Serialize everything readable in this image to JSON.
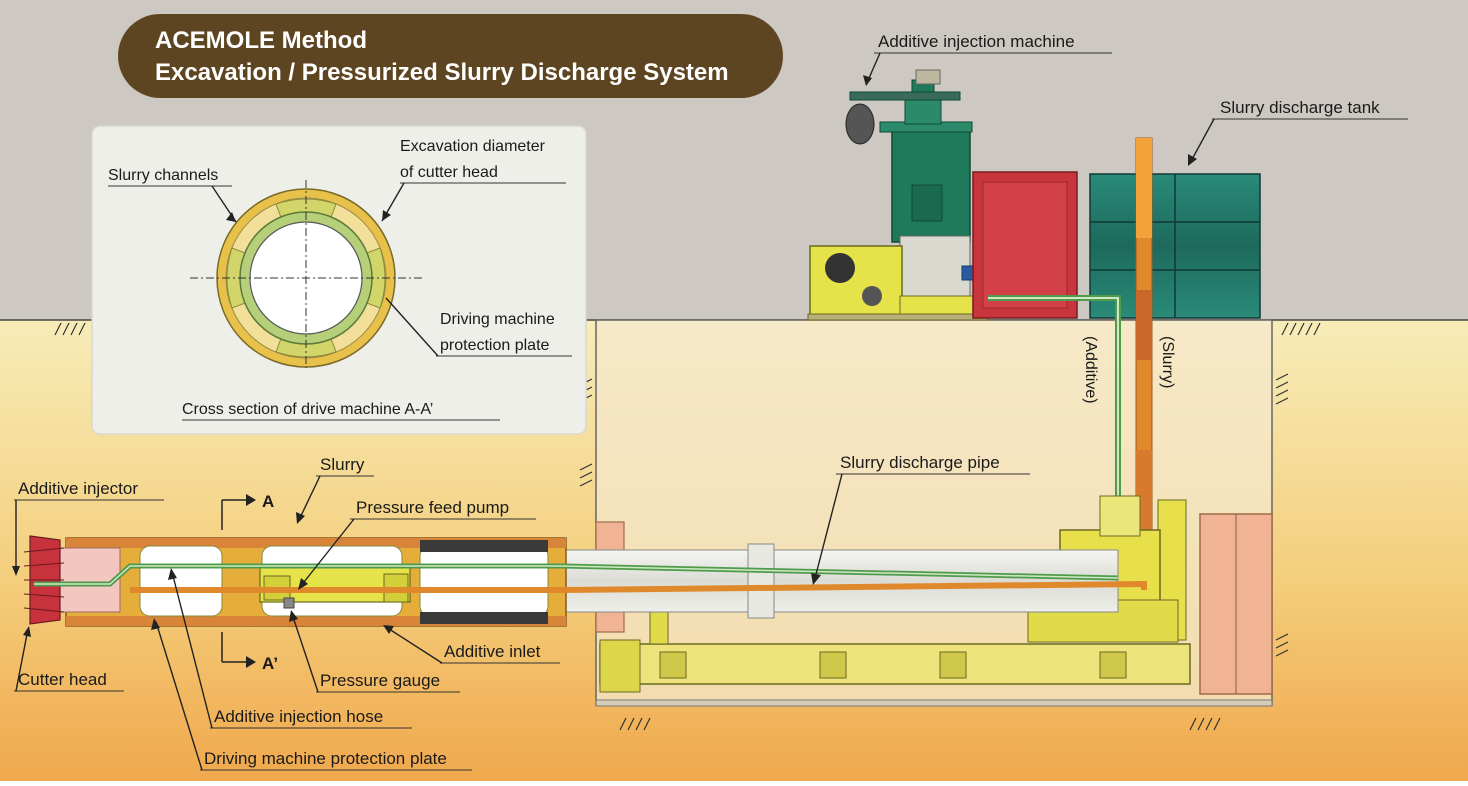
{
  "title": {
    "line1": "ACEMOLE Method",
    "line2": "Excavation / Pressurized Slurry Discharge System"
  },
  "cross_section": {
    "slurry_channels": "Slurry channels",
    "excavation_diameter_1": "Excavation diameter",
    "excavation_diameter_2": "of cutter head",
    "protection_plate_1": "Driving machine",
    "protection_plate_2": "protection plate",
    "caption": "Cross section of drive machine  A-A’"
  },
  "labels": {
    "additive_injection_machine": "Additive injection machine",
    "slurry_discharge_tank": "Slurry discharge tank",
    "additive_vertical": "(Additive)",
    "slurry_vertical": "(Slurry)",
    "slurry": "Slurry",
    "slurry_discharge_pipe": "Slurry discharge pipe",
    "additive_injector": "Additive injector",
    "pressure_feed_pump": "Pressure feed pump",
    "additive_inlet": "Additive inlet",
    "pressure_gauge": "Pressure gauge",
    "cutter_head": "Cutter head",
    "additive_injection_hose": "Additive injection hose",
    "driving_machine_protection_plate": "Driving machine protection plate",
    "section_a": "A",
    "section_a_prime": "A’"
  },
  "colors": {
    "sky": "#cdc8c1",
    "soil_top": "#f6e9b0",
    "soil_bottom": "#f1ad52",
    "title_bg": "#5e4522",
    "additive_green": "#4f9b4a",
    "slurry_orange": "#e0892c",
    "machine_yellow": "#e8e04a",
    "tank_green": "#1e6f62",
    "red_box": "#c8353c"
  }
}
